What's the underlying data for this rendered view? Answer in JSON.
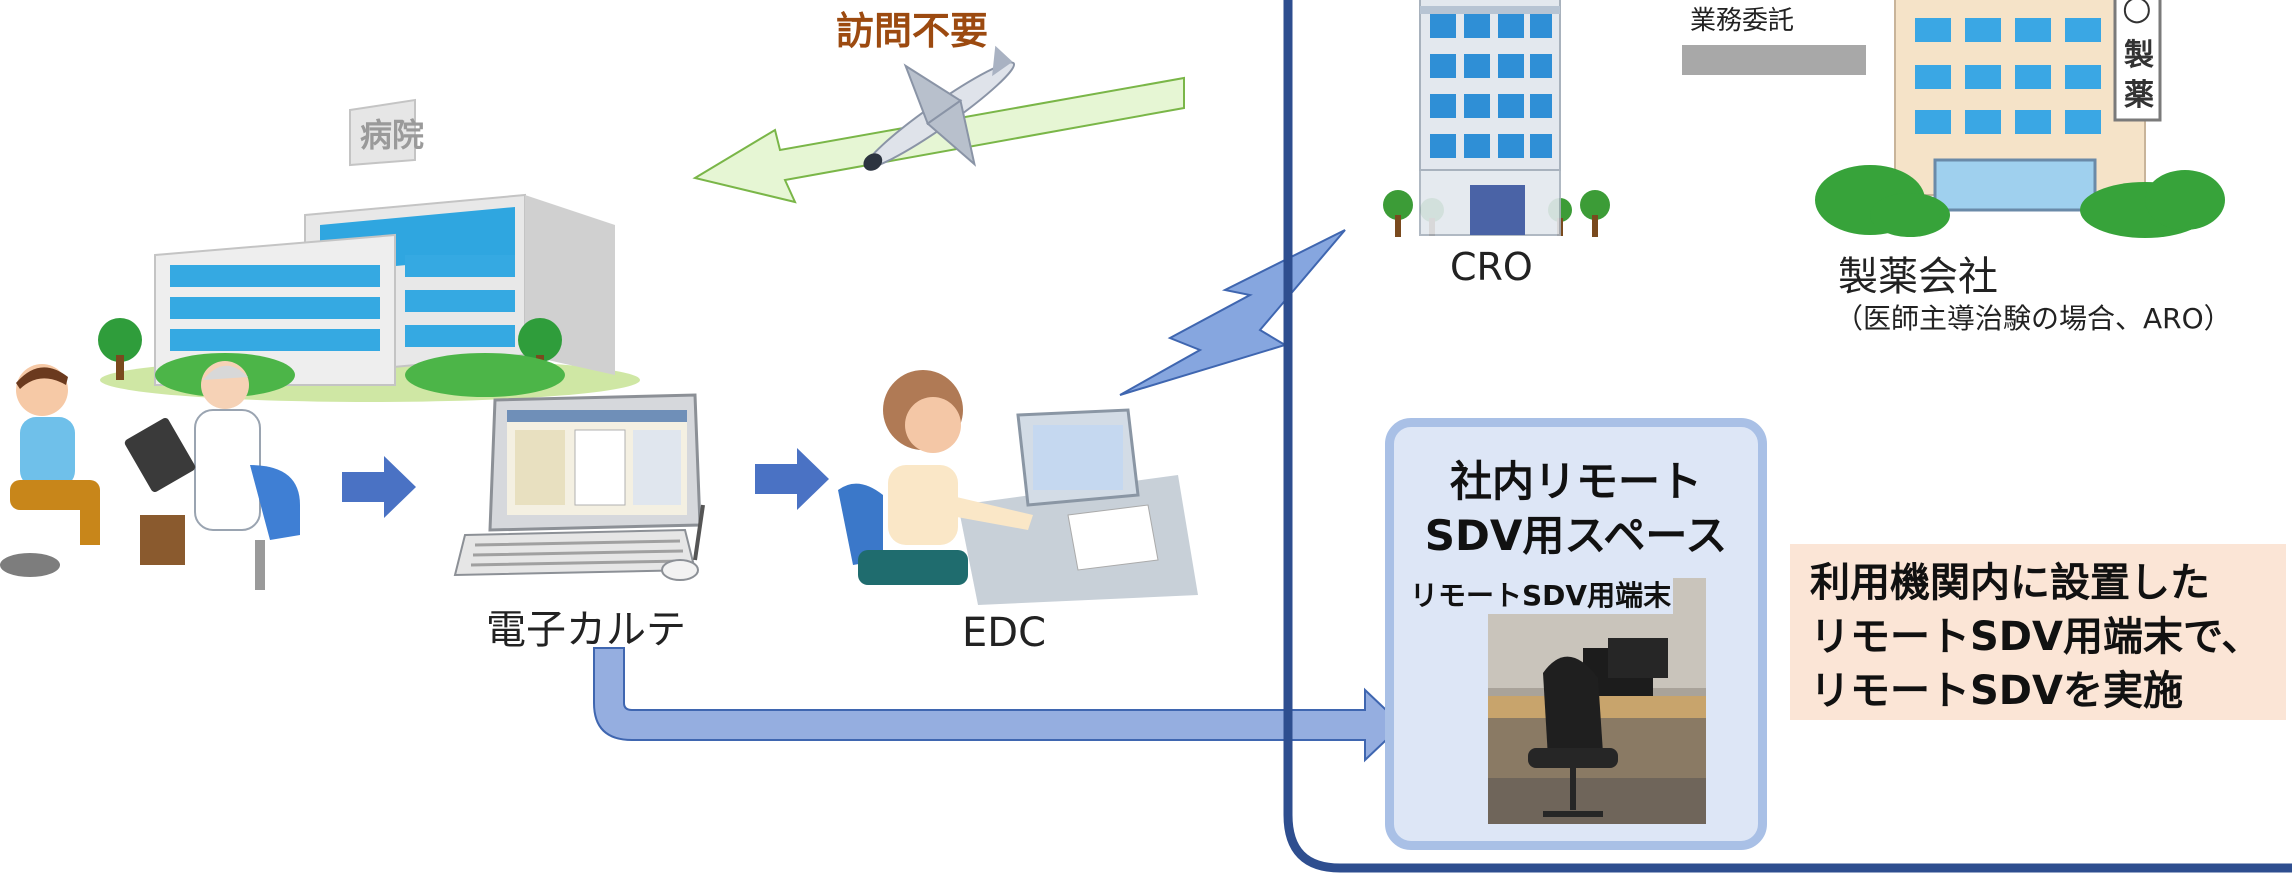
{
  "labels": {
    "no_visit": "訪問不要",
    "emr": "電子カルテ",
    "edc": "EDC",
    "cro": "CRO",
    "outsourcing": "業務委託",
    "pharma": "製薬会社",
    "pharma_note": "（医師主導治験の場合、ARO）",
    "hospital_sign": "病院",
    "pharma_sign_top": "○",
    "pharma_sign_1": "製",
    "pharma_sign_2": "薬"
  },
  "remote_space": {
    "title_line1": "社内リモート",
    "title_line2": "SDV用スペース",
    "terminal_label": "リモートSDV用端末"
  },
  "callout": {
    "line1": "利用機関内に設置した",
    "line2": "リモートSDV用端末で、",
    "line3": "リモートSDVを実施"
  },
  "colors": {
    "arrow_blue": "#4a72c4",
    "flow_arrow": "#95aee0",
    "panel_border": "#2e4e8f",
    "remote_box_fill": "#dde6f6",
    "remote_box_border": "#a9c0e6",
    "callout_fill": "#fbe5d6",
    "no_visit_text": "#9c4a10",
    "green_arrow": "#e6f6d4"
  }
}
